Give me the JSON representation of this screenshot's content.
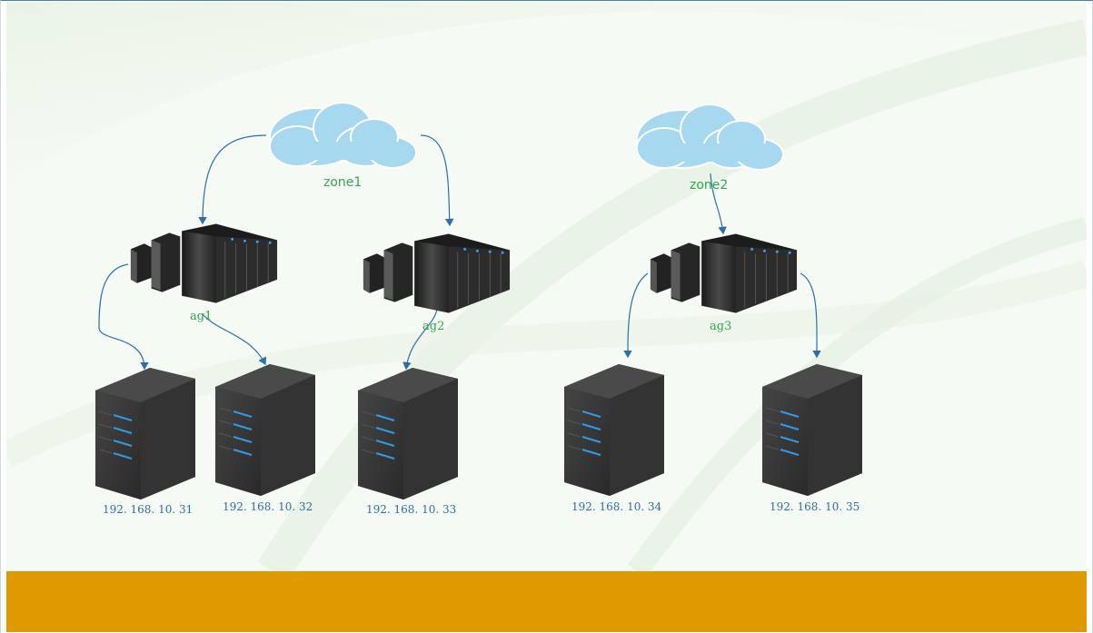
{
  "diagram": {
    "zones": [
      {
        "id": "zone1",
        "label": "zone1"
      },
      {
        "id": "zone2",
        "label": "zone2"
      }
    ],
    "aggregators": [
      {
        "id": "ag1",
        "label": "ag1"
      },
      {
        "id": "ag2",
        "label": "ag2"
      },
      {
        "id": "ag3",
        "label": "ag3"
      }
    ],
    "servers": [
      {
        "id": "s1",
        "ip": "192. 168. 10. 31"
      },
      {
        "id": "s2",
        "ip": "192. 168. 10. 32"
      },
      {
        "id": "s3",
        "ip": "192. 168. 10. 33"
      },
      {
        "id": "s4",
        "ip": "192. 168. 10. 34"
      },
      {
        "id": "s5",
        "ip": "192. 168. 10. 35"
      }
    ],
    "links": [
      {
        "from": "zone1",
        "to": "ag1"
      },
      {
        "from": "zone1",
        "to": "ag2"
      },
      {
        "from": "zone2",
        "to": "ag3"
      },
      {
        "from": "ag1",
        "to": "s1"
      },
      {
        "from": "ag1",
        "to": "s2"
      },
      {
        "from": "ag2",
        "to": "s3"
      },
      {
        "from": "ag3",
        "to": "s4"
      },
      {
        "from": "ag3",
        "to": "s5"
      }
    ]
  },
  "colors": {
    "background": "#f6faf4",
    "footer": "#e09a00",
    "arrow": "#2b6fa8",
    "cloud": "#a6d8f0",
    "label_green": "#2fa84f",
    "ip_blue": "#2f6ea5",
    "server_body": "#3a3a3a",
    "drive_led": "#2f9be8"
  }
}
